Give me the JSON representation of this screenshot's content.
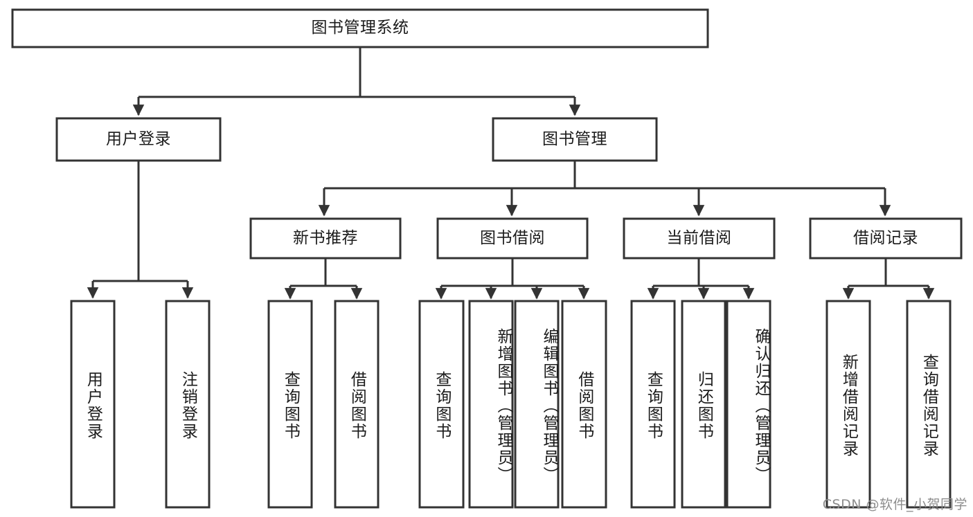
{
  "diagram": {
    "title": "图书管理系统",
    "type": "tree-hierarchy-chart",
    "watermark": "CSDN @软件_小贺同学",
    "colors": {
      "box_stroke": "#333333",
      "box_fill": "#ffffff",
      "text": "#1b1b1b",
      "connector": "#333333",
      "watermark": "#8d8d8d",
      "background": "#ffffff"
    },
    "levels": {
      "root": {
        "label": "图书管理系统"
      },
      "level2": [
        {
          "label": "用户登录"
        },
        {
          "label": "图书管理"
        }
      ],
      "level3": [
        {
          "label": "新书推荐"
        },
        {
          "label": "图书借阅"
        },
        {
          "label": "当前借阅"
        },
        {
          "label": "借阅记录"
        }
      ],
      "leaves": {
        "user_login": [
          {
            "label": "用户登录"
          },
          {
            "label": "注销登录"
          }
        ],
        "new_book_recommend": [
          {
            "label": "查询图书"
          },
          {
            "label": "借阅图书"
          }
        ],
        "book_borrow": [
          {
            "label": "查询图书"
          },
          {
            "label": "新增图书（管理员）"
          },
          {
            "label": "编辑图书（管理员）"
          },
          {
            "label": "借阅图书"
          }
        ],
        "current_borrow": [
          {
            "label": "查询图书"
          },
          {
            "label": "归还图书"
          },
          {
            "label": "确认归还（管理员）"
          }
        ],
        "borrow_record": [
          {
            "label": "新增借阅记录"
          },
          {
            "label": "查询借阅记录"
          }
        ]
      }
    }
  }
}
